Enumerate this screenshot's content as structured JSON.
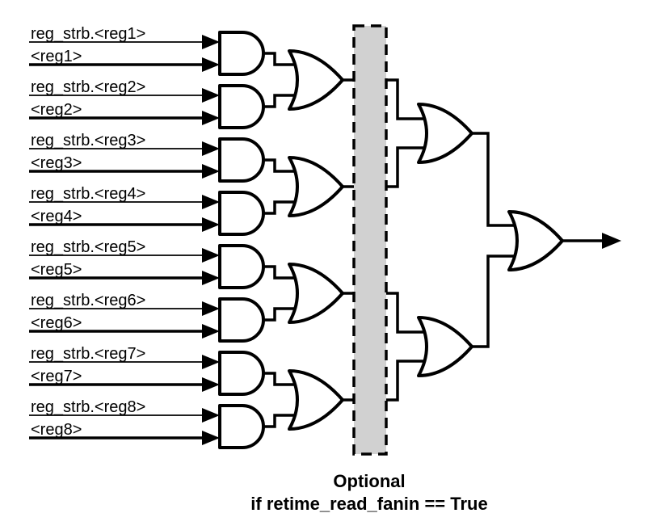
{
  "diagram": {
    "inputs": [
      {
        "strobe": "reg_strb.<reg1>",
        "reg": "<reg1>"
      },
      {
        "strobe": "reg_strb.<reg2>",
        "reg": "<reg2>"
      },
      {
        "strobe": "reg_strb.<reg3>",
        "reg": "<reg3>"
      },
      {
        "strobe": "reg_strb.<reg4>",
        "reg": "<reg4>"
      },
      {
        "strobe": "reg_strb.<reg5>",
        "reg": "<reg5>"
      },
      {
        "strobe": "reg_strb.<reg6>",
        "reg": "<reg6>"
      },
      {
        "strobe": "reg_strb.<reg7>",
        "reg": "<reg7>"
      },
      {
        "strobe": "reg_strb.<reg8>",
        "reg": "<reg8>"
      }
    ],
    "caption": {
      "line1": "Optional",
      "line2": "if retime_read_fanin == True"
    },
    "colors": {
      "wire": "#000000",
      "gate_fill": "#ffffff",
      "optional_region_fill": "#d1d1d1",
      "background": "#ffffff"
    }
  }
}
